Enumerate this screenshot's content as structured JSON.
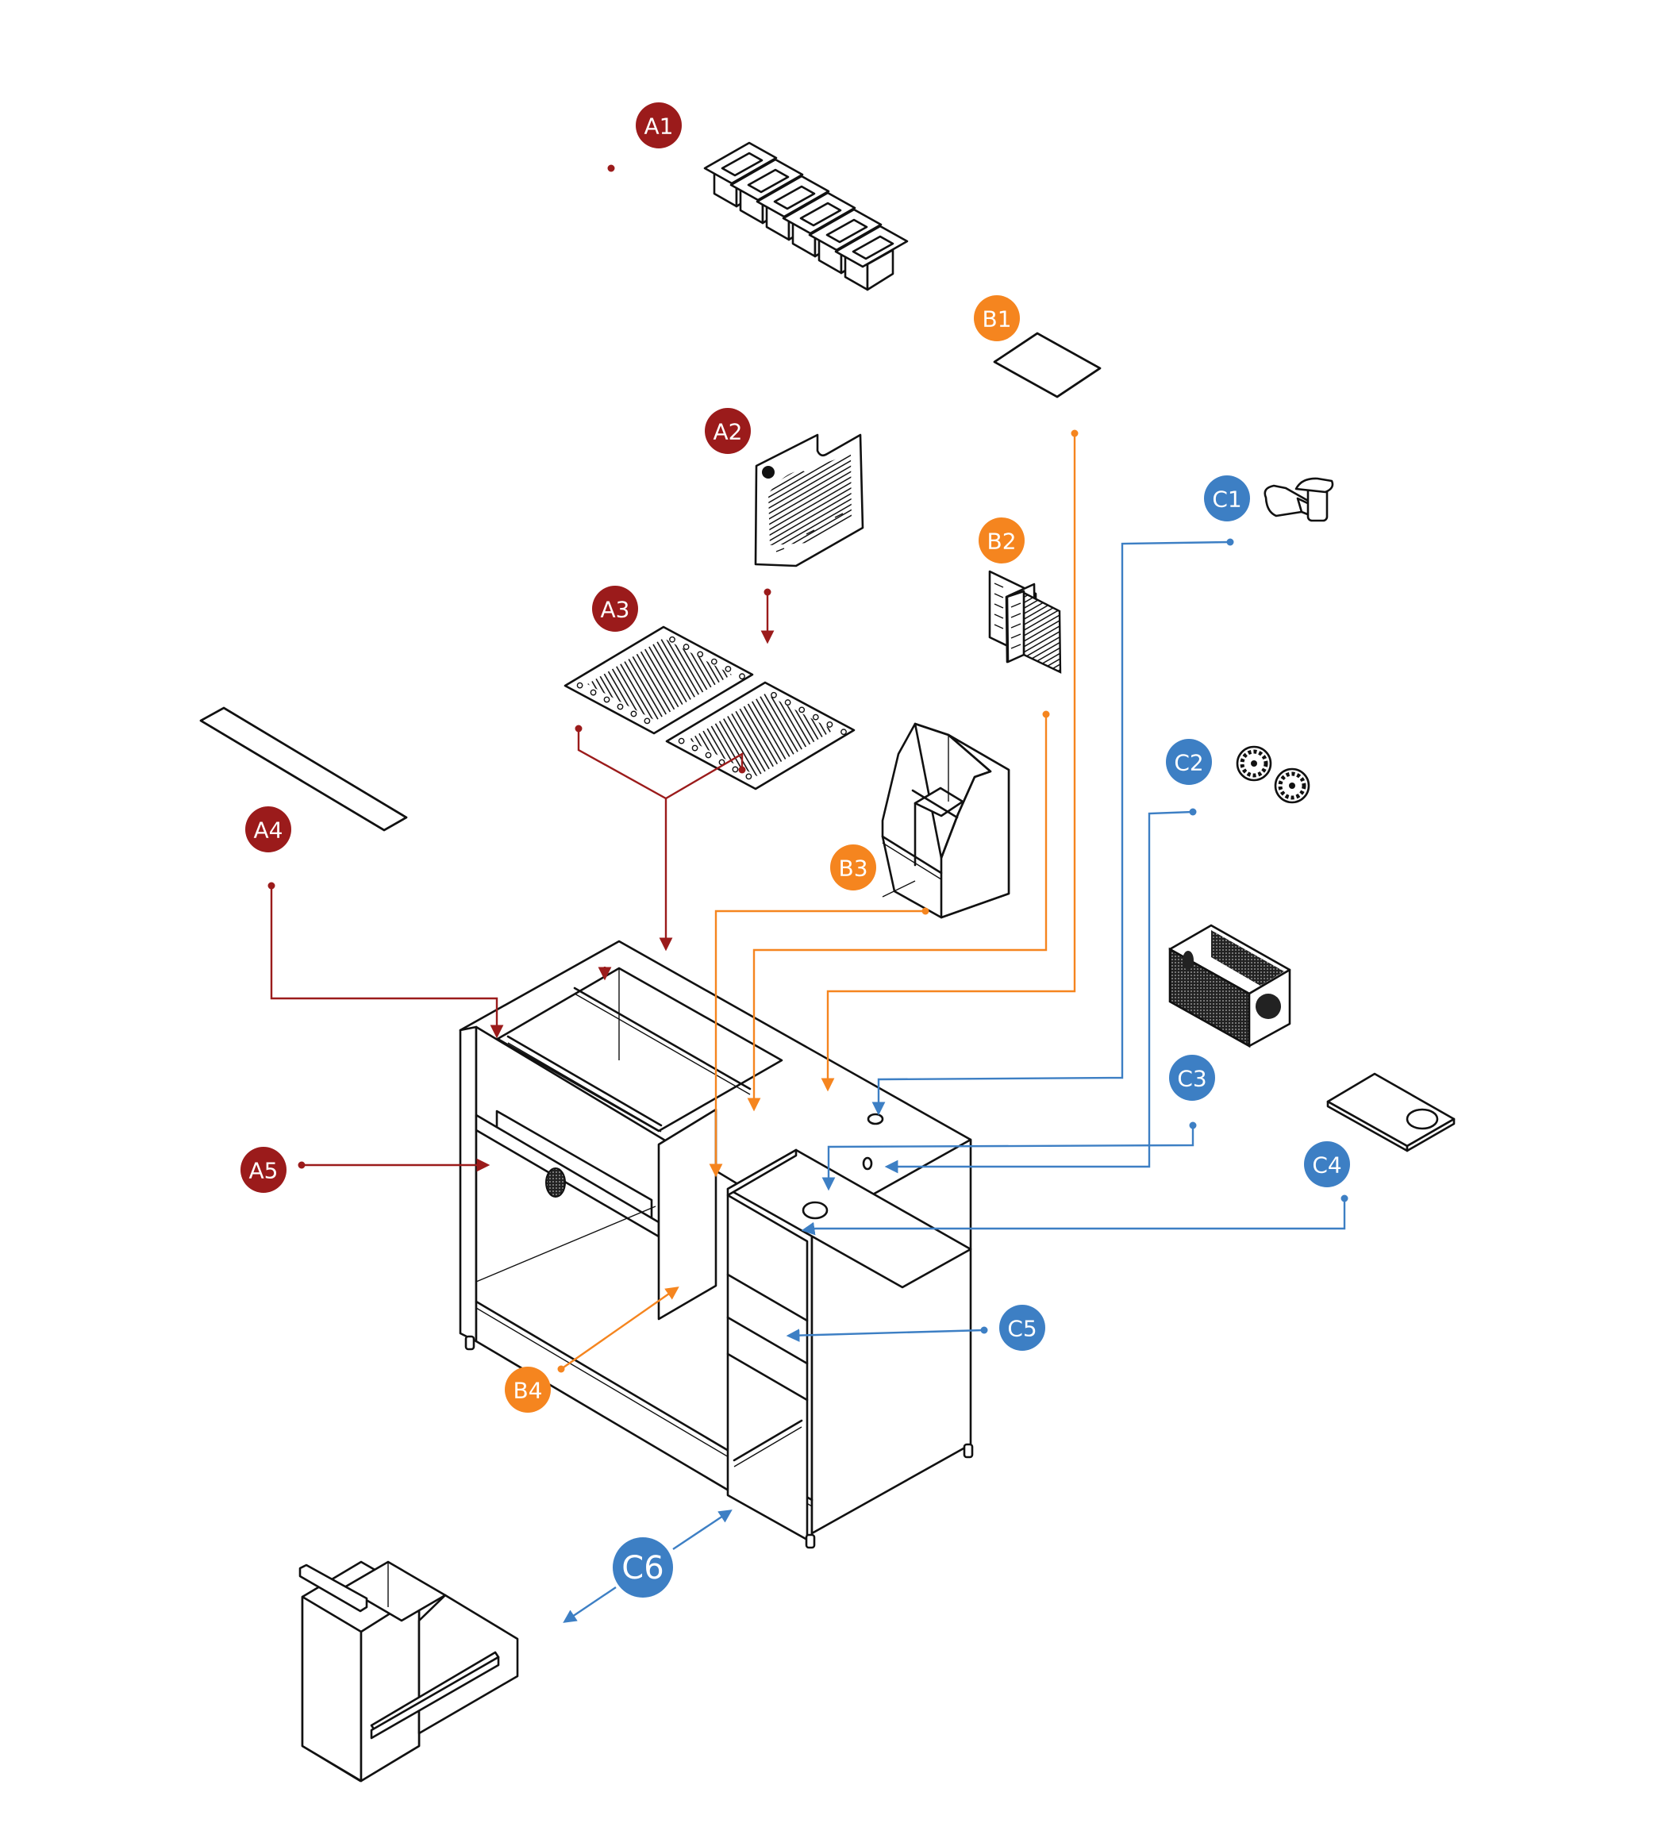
{
  "diagram": {
    "title": "Bar station exploded view",
    "colors": {
      "group_a": "#9b1b1b",
      "group_b": "#f5851f",
      "group_c": "#3d7fc4",
      "outline": "#111111",
      "background": "#ffffff"
    },
    "groups": [
      {
        "id": "A",
        "color_key": "group_a"
      },
      {
        "id": "B",
        "color_key": "group_b"
      },
      {
        "id": "C",
        "color_key": "group_c"
      }
    ],
    "callouts": [
      {
        "id": "A1",
        "label": "A1",
        "group": "A",
        "part": "gastronorm-container-row",
        "part_count": 6
      },
      {
        "id": "A2",
        "label": "A2",
        "group": "A",
        "part": "perforated-divider-panel"
      },
      {
        "id": "A3",
        "label": "A3",
        "group": "A",
        "part": "grille-plate-pair",
        "part_count": 2
      },
      {
        "id": "A4",
        "label": "A4",
        "group": "A",
        "part": "slotted-drain-strip"
      },
      {
        "id": "A5",
        "label": "A5",
        "group": "A",
        "part": "front-fan-panel"
      },
      {
        "id": "B1",
        "label": "B1",
        "group": "B",
        "part": "slotted-drip-tray"
      },
      {
        "id": "B2",
        "label": "B2",
        "group": "B",
        "part": "cross-divider-grates"
      },
      {
        "id": "B3",
        "label": "B3",
        "group": "B",
        "part": "bottle-rack-insert"
      },
      {
        "id": "B4",
        "label": "B4",
        "group": "B",
        "part": "bottom-shelf"
      },
      {
        "id": "C1",
        "label": "C1",
        "group": "C",
        "part": "pull-out-faucet"
      },
      {
        "id": "C2",
        "label": "C2",
        "group": "C",
        "part": "drain-strainers",
        "part_count": 2
      },
      {
        "id": "C3",
        "label": "C3",
        "group": "C",
        "part": "refrigeration-unit"
      },
      {
        "id": "C4",
        "label": "C4",
        "group": "C",
        "part": "cover-plate-with-hole"
      },
      {
        "id": "C5",
        "label": "C5",
        "group": "C",
        "part": "cabinet-compartment"
      },
      {
        "id": "C6",
        "label": "C6",
        "group": "C",
        "part": "pull-out-drawer-bin"
      }
    ]
  }
}
